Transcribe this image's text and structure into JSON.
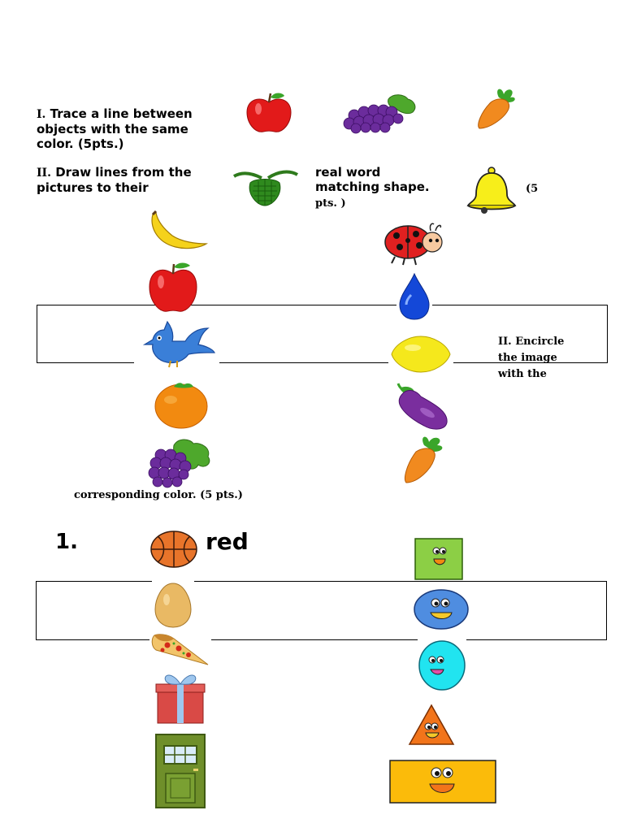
{
  "section1": {
    "numeral": "I.",
    "text_line1": "Trace a line between",
    "text_line2": "objects with the same",
    "text_line3": "color. (5pts.)"
  },
  "section2": {
    "numeral": "II.",
    "text_line1": "Draw lines from the",
    "text_line2": "pictures to their",
    "right_line1": "real word",
    "right_line2": "matching shape.",
    "points_a": "(5",
    "points_b": "pts. )"
  },
  "section3": {
    "line1": "II. Encircle",
    "line2": "the image",
    "line3": "with the",
    "bottom": "corresponding color. (5 pts.)"
  },
  "item": {
    "number": "1.",
    "word": "red"
  },
  "icons": {
    "top_row": [
      "apple-icon",
      "grapes-icon",
      "carrot-icon"
    ],
    "row2": [
      "custard-apple-icon",
      "bell-icon"
    ],
    "left_column": [
      "banana-icon",
      "apple-icon",
      "bird-icon",
      "orange-icon",
      "grapes-icon"
    ],
    "right_column": [
      "ladybug-icon",
      "water-drop-icon",
      "lemon-icon",
      "eggplant-icon",
      "carrot-icon"
    ],
    "bottom_left": [
      "basketball-icon",
      "egg-icon",
      "pizza-slice-icon",
      "gift-box-icon",
      "door-icon"
    ],
    "bottom_right": [
      "square-face-icon",
      "oval-face-icon",
      "circle-face-icon",
      "triangle-face-icon",
      "rectangle-face-icon"
    ]
  }
}
